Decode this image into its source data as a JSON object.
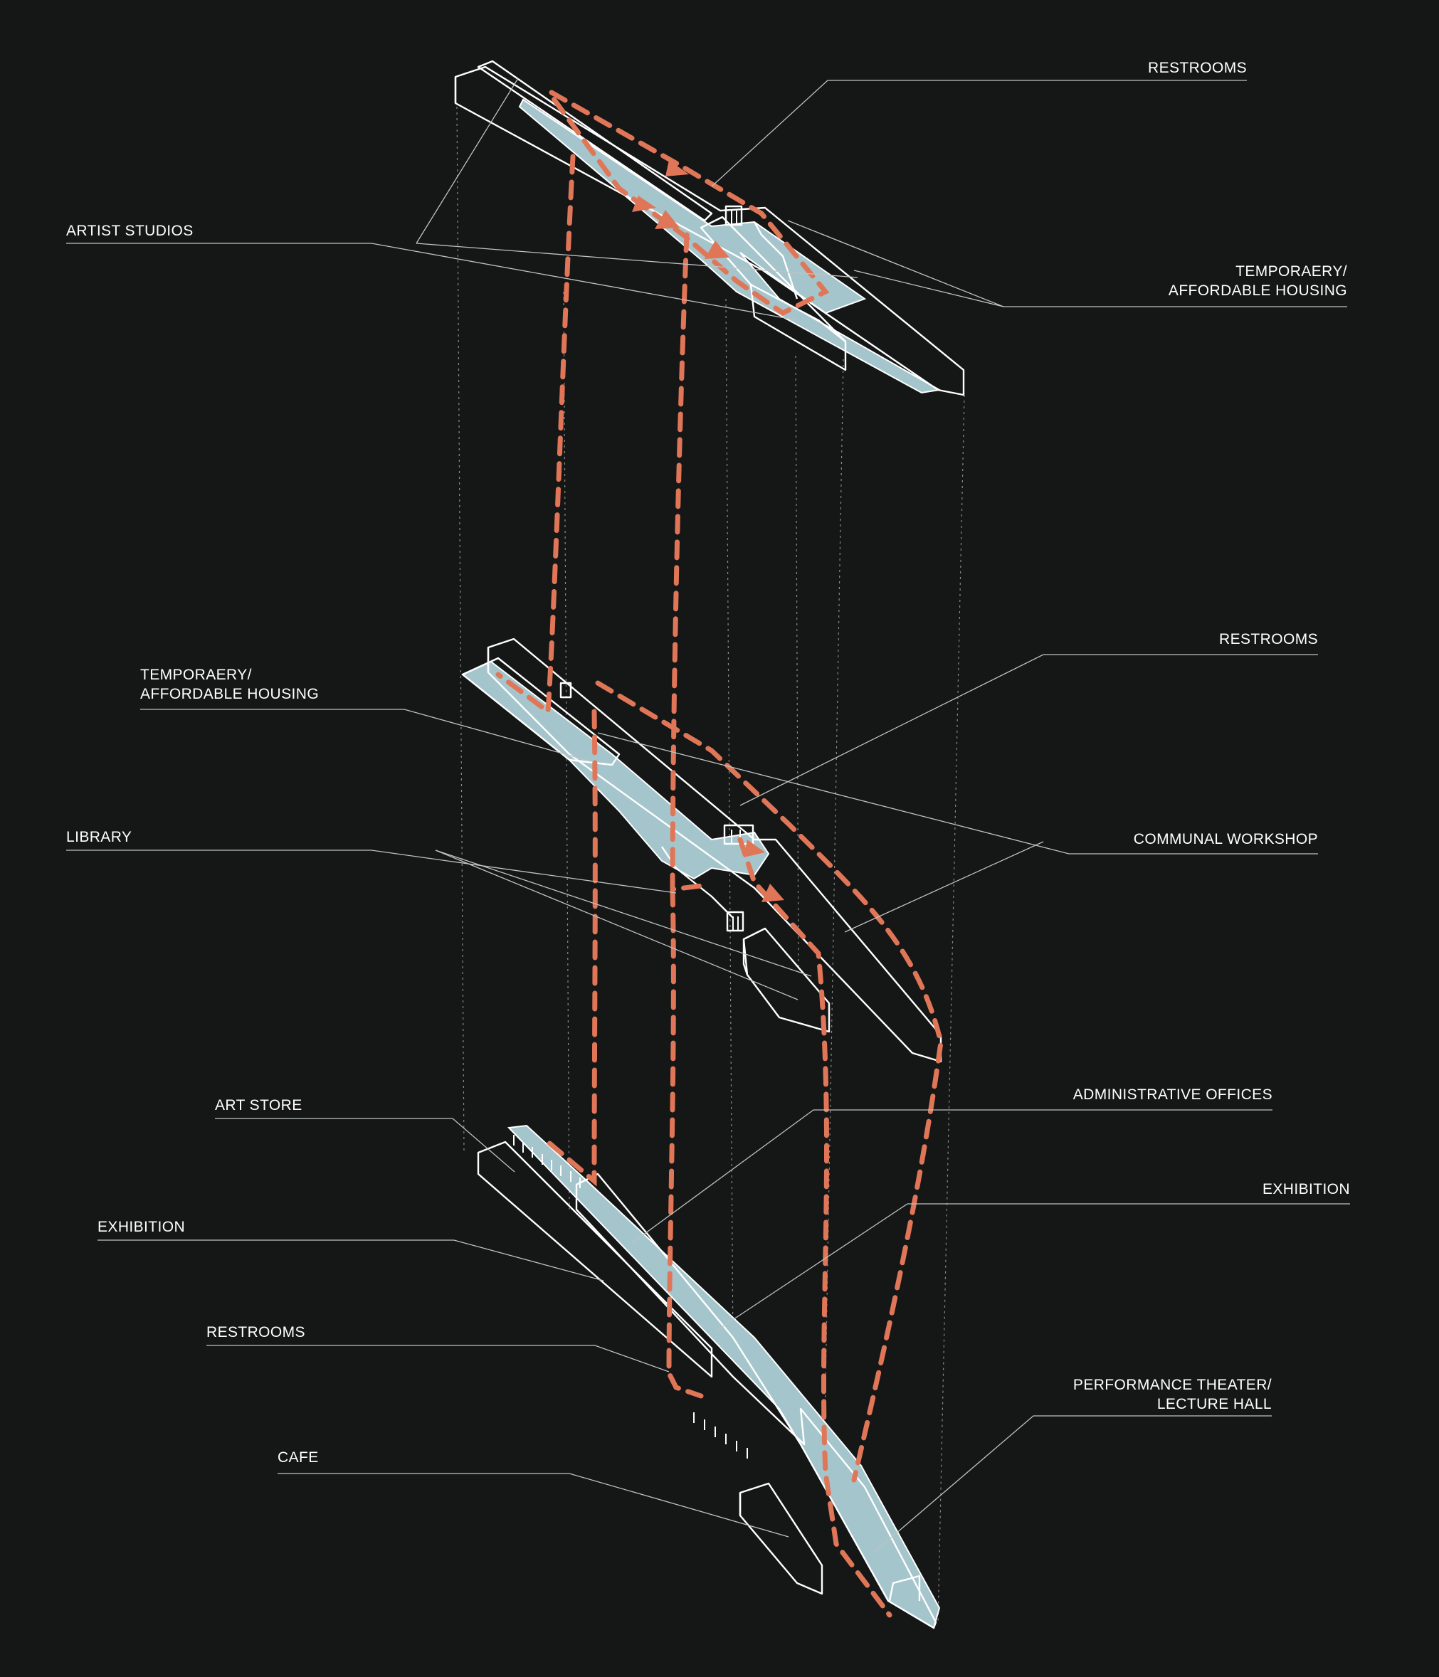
{
  "labels": {
    "top_restrooms": "RESTROOMS",
    "top_artist_studios": "ARTIST STUDIOS",
    "top_housing_1": "TEMPORAERY/",
    "top_housing_2": "AFFORDABLE HOUSING",
    "mid_housing_1": "TEMPORAERY/",
    "mid_housing_2": "AFFORDABLE HOUSING",
    "mid_restrooms": "RESTROOMS",
    "mid_library": "LIBRARY",
    "mid_communal_workshop": "COMMUNAL WORKSHOP",
    "bot_art_store": "ART STORE",
    "bot_admin_offices": "ADMINISTRATIVE OFFICES",
    "bot_exhibition_left": "EXHIBITION",
    "bot_exhibition_right": "EXHIBITION",
    "bot_restrooms": "RESTROOMS",
    "bot_theater_1": "PERFORMANCE THEATER/",
    "bot_theater_2": "LECTURE HALL",
    "bot_cafe": "CAFE"
  },
  "colors": {
    "background": "#151616",
    "outline": "#ffffff",
    "floor_fill": "#a5c5cc",
    "circulation": "#e07658",
    "leader": "#bfc3c3"
  }
}
